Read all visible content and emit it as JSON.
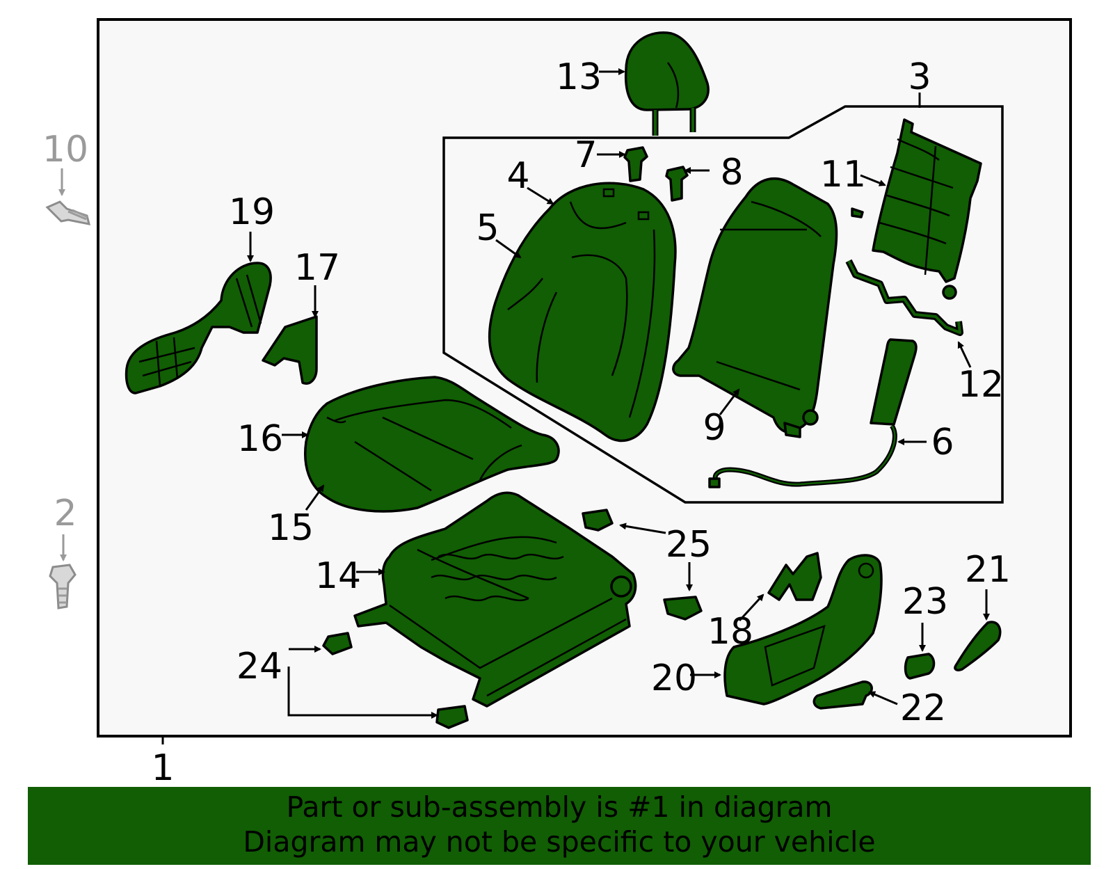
{
  "colors": {
    "part_fill": "#115e04",
    "banner_background": "#115e04",
    "frame_background": "#f8f8f8",
    "external_part_grey": "#9a9a9a"
  },
  "callouts": {
    "c1": "1",
    "c2": "2",
    "c3": "3",
    "c4": "4",
    "c5": "5",
    "c6": "6",
    "c7": "7",
    "c8": "8",
    "c9": "9",
    "c10": "10",
    "c11": "11",
    "c12": "12",
    "c13": "13",
    "c14": "14",
    "c15": "15",
    "c16": "16",
    "c17": "17",
    "c18": "18",
    "c19": "19",
    "c20": "20",
    "c21": "21",
    "c22": "22",
    "c23": "23",
    "c24": "24",
    "c25": "25"
  },
  "banner": {
    "line1": "Part or sub-assembly is #1 in diagram",
    "line2": "Diagram may not be specific to your vehicle"
  }
}
